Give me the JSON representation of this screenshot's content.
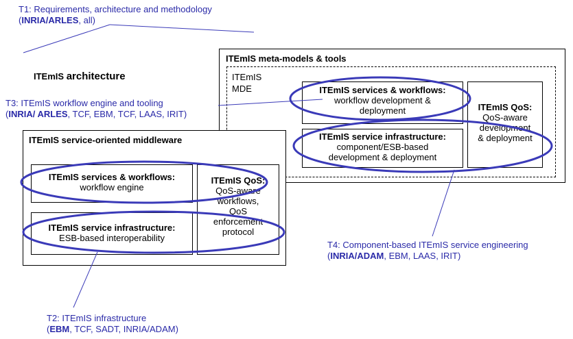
{
  "annotations": {
    "t1": {
      "line1": "T1: Requirements, architecture and methodology",
      "open": "(",
      "bold": "INRIA/ARLES",
      "rest": ", all)"
    },
    "t3": {
      "line1": "T3: ITEmIS workflow engine and tooling",
      "open": "(",
      "bold": "INRIA/ ARLES",
      "rest": ", TCF, EBM, TCF, LAAS, IRIT)"
    },
    "t4": {
      "line1": "T4: Component-based ITEmIS service engineering",
      "open": "(",
      "bold": "INRIA/ADAM",
      "rest": ", EBM, LAAS, IRIT)"
    },
    "t2": {
      "line1": "T2: ITEmIS infrastructure",
      "open": "(",
      "bold": "EBM",
      "rest": ", TCF, SADT, INRIA/ADAM)"
    }
  },
  "architecture_title": {
    "prefix": "ITEmIS ",
    "bold": "architecture"
  },
  "meta_models": {
    "title": "ITEmIS meta-models & tools",
    "mde_line1": "ITEmIS",
    "mde_line2": "MDE",
    "services": {
      "title": "ITEmIS services & workflows:",
      "line1": "workflow development &",
      "line2": "deployment"
    },
    "infrastructure": {
      "title": "ITEmIS service infrastructure:",
      "line1": "component/ESB-based",
      "line2": "development & deployment"
    },
    "qos": {
      "title": "ITEmIS QoS:",
      "line1": "QoS-aware",
      "line2": "development",
      "line3": "& deployment"
    }
  },
  "middleware": {
    "title": "ITEmIS service-oriented middleware",
    "services": {
      "title": "ITEmIS services & workflows:",
      "line1": "workflow engine"
    },
    "infrastructure": {
      "title": "ITEmIS service infrastructure:",
      "line1": "ESB-based interoperability"
    },
    "qos": {
      "title": "ITEmIS QoS:",
      "line1": "QoS-aware",
      "line2": "workflows,",
      "line3": "QoS",
      "line4": "enforcement",
      "line5": "protocol"
    }
  },
  "colors": {
    "annotation": "#2a2aa8",
    "box_border": "#000000",
    "background": "#ffffff"
  }
}
